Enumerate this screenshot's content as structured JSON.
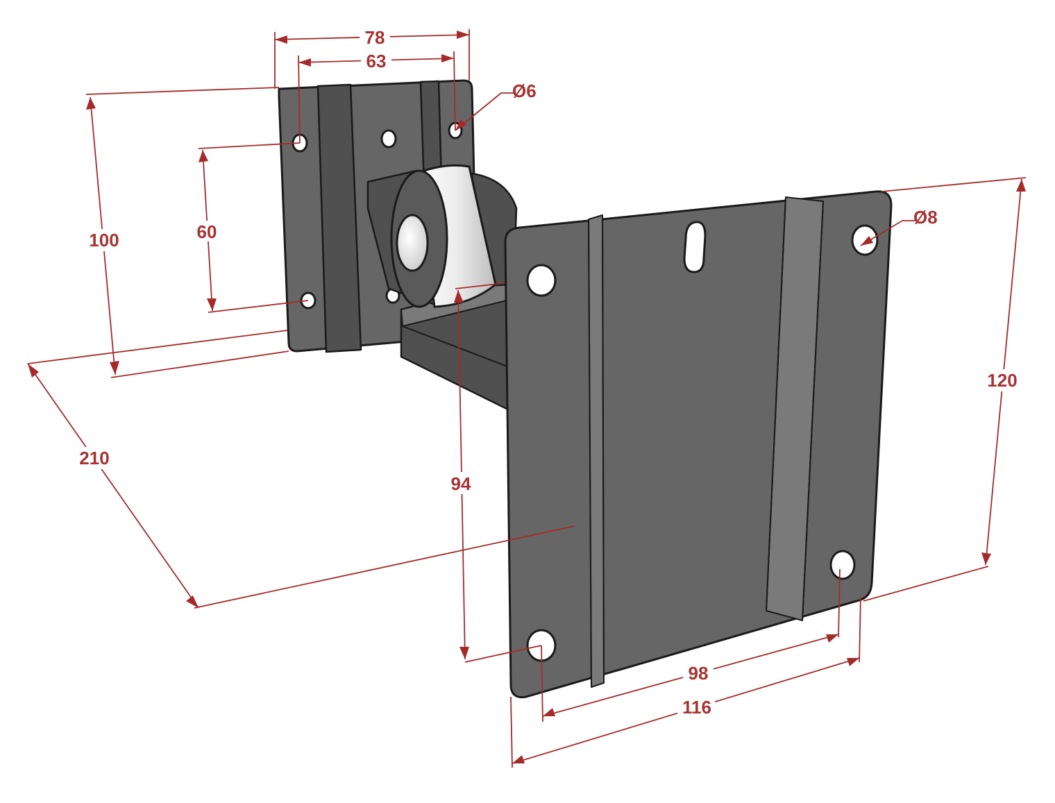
{
  "dimensions": {
    "wall_plate_outer_width": "78",
    "wall_plate_hole_spacing_h": "63",
    "wall_plate_hole_diameter": "Ø6",
    "wall_plate_height": "100",
    "wall_plate_hole_spacing_v": "60",
    "arm_depth": "210",
    "arm_height_offset": "94",
    "vesa_plate_hole_diameter": "Ø8",
    "vesa_plate_height": "120",
    "vesa_plate_hole_spacing": "98",
    "vesa_plate_width": "116"
  },
  "colors": {
    "dimension": "#a52a2a",
    "metal": "#666666",
    "outline": "#1a1a1a",
    "hub": "#e8e8e8"
  }
}
